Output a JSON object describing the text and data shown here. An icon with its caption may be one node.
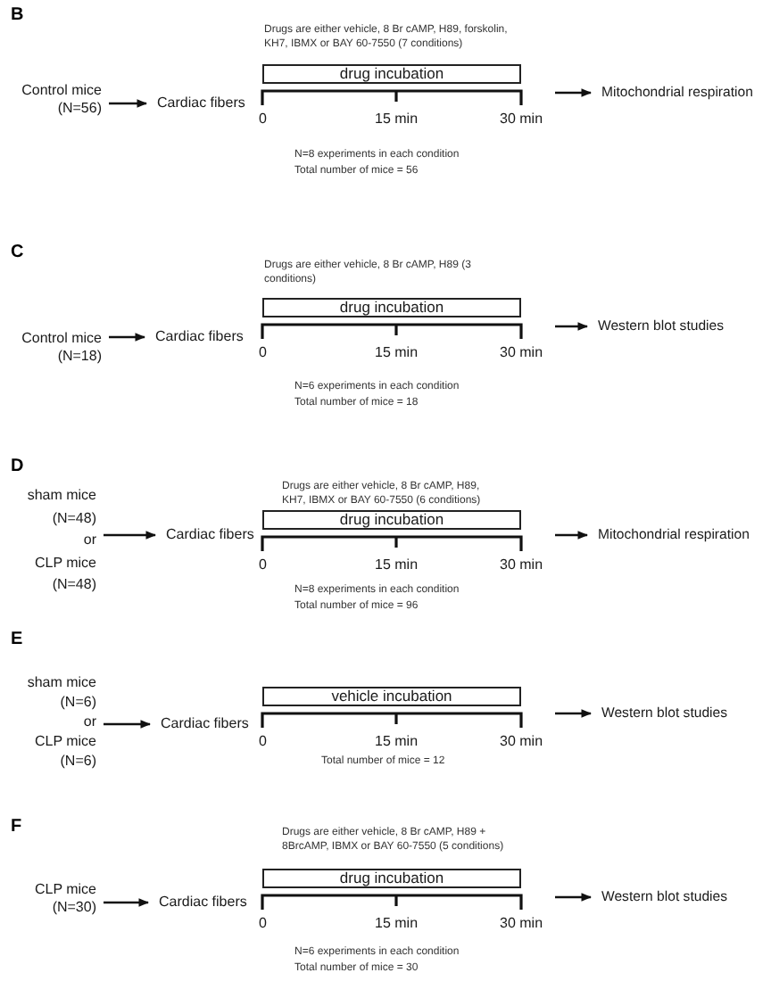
{
  "diagram": {
    "nodes": [
      {
        "text": [
          "Control mice (N=56)"
        ]
      },
      {
        "text": [
          "Cardiac fibers"
        ]
      },
      {
        "text": [
          "drug incubation"
        ]
      },
      {
        "text": [
          "0",
          "15 min",
          "30 min"
        ]
      },
      {
        "text": [
          "Mitochondrial respiration"
        ]
      },
      {
        "text": [
          "Control mice (N=18)"
        ]
      },
      {
        "text": [
          "Cardiac fibers"
        ]
      },
      {
        "text": [
          "drug incubation"
        ]
      },
      {
        "text": [
          "0",
          "15 min",
          "30 min"
        ]
      },
      {
        "text": [
          "Western blot studies"
        ]
      },
      {
        "text": [
          "sham mice (N=48)",
          "or",
          "CLP mice (N=48)"
        ]
      },
      {
        "text": [
          "Cardiac fibers"
        ]
      },
      {
        "text": [
          "drug incubation"
        ]
      },
      {
        "text": [
          "0",
          "15 min",
          "30 min"
        ]
      },
      {
        "text": [
          "Mitochondrial respiration"
        ]
      },
      {
        "text": [
          "sham mice (N=6)",
          "or",
          "CLP mice (N=6)"
        ]
      },
      {
        "text": [
          "Cardiac fibers"
        ]
      },
      {
        "text": [
          "vehicle incubation"
        ]
      },
      {
        "text": [
          "0",
          "15 min",
          "30 min"
        ]
      },
      {
        "text": [
          "Western blot studies"
        ]
      },
      {
        "text": [
          "CLP mice (N=30)"
        ]
      },
      {
        "text": [
          "Cardiac fibers"
        ]
      },
      {
        "text": [
          "drug incubation"
        ]
      },
      {
        "text": [
          "0",
          "15 min",
          "30 min"
        ]
      },
      {
        "text": [
          "Western blot studies"
        ]
      }
    ],
    "edges": [
      {
        "from": 0,
        "to": 1,
        "arrow": "to"
      },
      {
        "from": 3,
        "to": 4,
        "arrow": "to"
      },
      {
        "from": 5,
        "to": 6,
        "arrow": "to"
      },
      {
        "from": 8,
        "to": 9,
        "arrow": "to"
      },
      {
        "from": 10,
        "to": 11,
        "arrow": "to"
      },
      {
        "from": 13,
        "to": 14,
        "arrow": "to"
      },
      {
        "from": 15,
        "to": 16,
        "arrow": "to"
      },
      {
        "from": 18,
        "to": 19,
        "arrow": "to"
      },
      {
        "from": 20,
        "to": 21,
        "arrow": "to"
      },
      {
        "from": 23,
        "to": 24,
        "arrow": "to"
      }
    ],
    "labels": [
      "B",
      "Drugs are either vehicle, 8 Br cAMP, H89, forskolin, KH7, IBMX or BAY 60-7550 (7 conditions)",
      "N=8 experiments in each condition",
      "Total number of mice = 56",
      "C",
      "Drugs are either vehicle, 8 Br cAMP, H89 (3 conditions)",
      "N=6 experiments in each condition",
      "Total number of mice = 18",
      "D",
      "Drugs are either vehicle, 8 Br cAMP, H89, KH7, IBMX or BAY 60-7550 (6 conditions)",
      "N=8 experiments in each condition",
      "Total number of mice = 96",
      "E",
      "Total number of mice = 12",
      "F",
      "Drugs are either vehicle, 8 Br cAMP, H89 + 8BrcAMP, IBMX or BAY 60-7550 (5 conditions)",
      "N=6 experiments in each condition",
      "Total number of mice =  30"
    ]
  }
}
